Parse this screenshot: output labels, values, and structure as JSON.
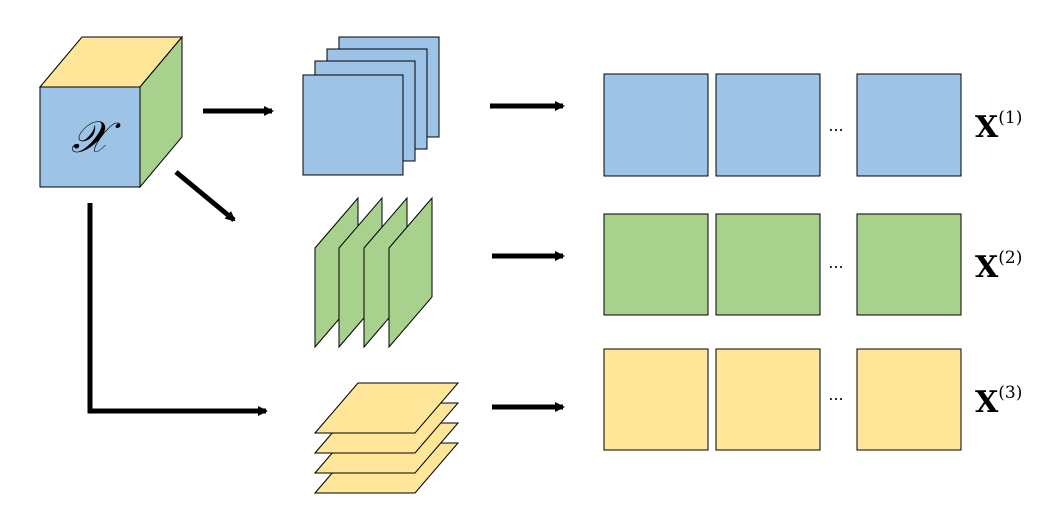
{
  "diagram": {
    "tensor_symbol": "𝒳",
    "ellipsis": "...",
    "colors": {
      "blue": "#9dc3e6",
      "green": "#a9d18e",
      "yellow": "#ffe699",
      "stroke": "#000000"
    },
    "unfoldings": [
      {
        "base": "X",
        "superscript": "(1)",
        "color": "#9dc3e6",
        "slices": "frontal"
      },
      {
        "base": "X",
        "superscript": "(2)",
        "color": "#a9d18e",
        "slices": "lateral"
      },
      {
        "base": "X",
        "superscript": "(3)",
        "color": "#ffe699",
        "slices": "horizontal"
      }
    ]
  }
}
